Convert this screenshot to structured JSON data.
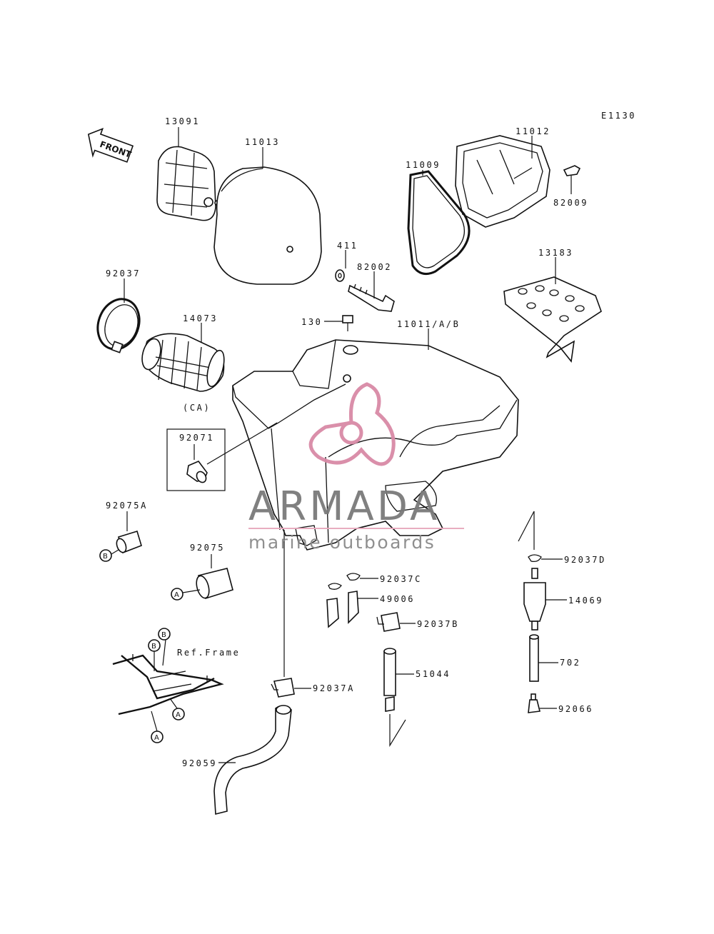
{
  "diagram_code": "E1130",
  "front_label": "FRONT",
  "parts": {
    "p13091": "13091",
    "p11013": "11013",
    "p11012": "11012",
    "p11009": "11009",
    "p82009": "82009",
    "p411": "411",
    "p82002": "82002",
    "p13183": "13183",
    "p92037": "92037",
    "p14073": "14073",
    "p130": "130",
    "p11011": "11011/A/B",
    "ca": "(CA)",
    "p92071": "92071",
    "p92075A": "92075A",
    "p92075": "92075",
    "p92037D": "92037D",
    "p92037C": "92037C",
    "p49006": "49006",
    "p14069": "14069",
    "p92037B": "92037B",
    "ref_frame": "Ref.Frame",
    "p702": "702",
    "p51044": "51044",
    "p92037A": "92037A",
    "p92066": "92066",
    "p92059": "92059"
  },
  "markers": {
    "a": "A",
    "b": "B"
  },
  "watermark": {
    "title": "ARMADA",
    "subtitle": "marine outboards",
    "logo_color": "#d98aa6",
    "line_color": "#e7a9bd"
  }
}
